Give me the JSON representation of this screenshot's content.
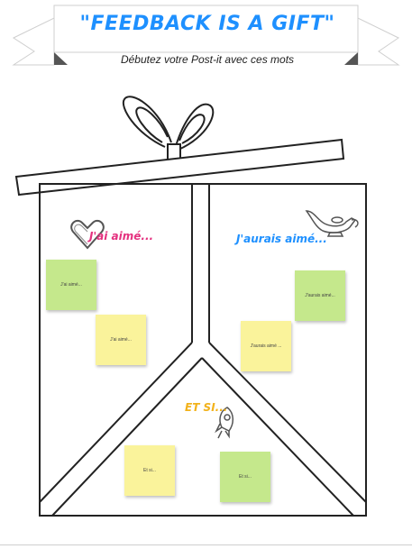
{
  "header": {
    "title": "\"FEEDBACK IS A GIFT\"",
    "subtitle": "Débutez votre Post-it avec ces mots"
  },
  "sections": {
    "liked": {
      "label": "J'ai aimé...",
      "color": "#e4317f",
      "icon": "heart-icon"
    },
    "wished": {
      "label": "J'aurais aimé...",
      "color": "#1e90ff",
      "icon": "genie-lamp-icon"
    },
    "whatif": {
      "label": "ET SI...",
      "color": "#f2b21b",
      "icon": "rocket-icon"
    }
  },
  "notes": [
    {
      "text": "J'ai aimé...",
      "color": "green"
    },
    {
      "text": "J'ai aimé...",
      "color": "yellow"
    },
    {
      "text": "J'aurais aimé...",
      "color": "green"
    },
    {
      "text": "J'aurais aimé ...",
      "color": "yellow"
    },
    {
      "text": "Et si...",
      "color": "yellow"
    },
    {
      "text": "Et si...",
      "color": "green"
    }
  ]
}
